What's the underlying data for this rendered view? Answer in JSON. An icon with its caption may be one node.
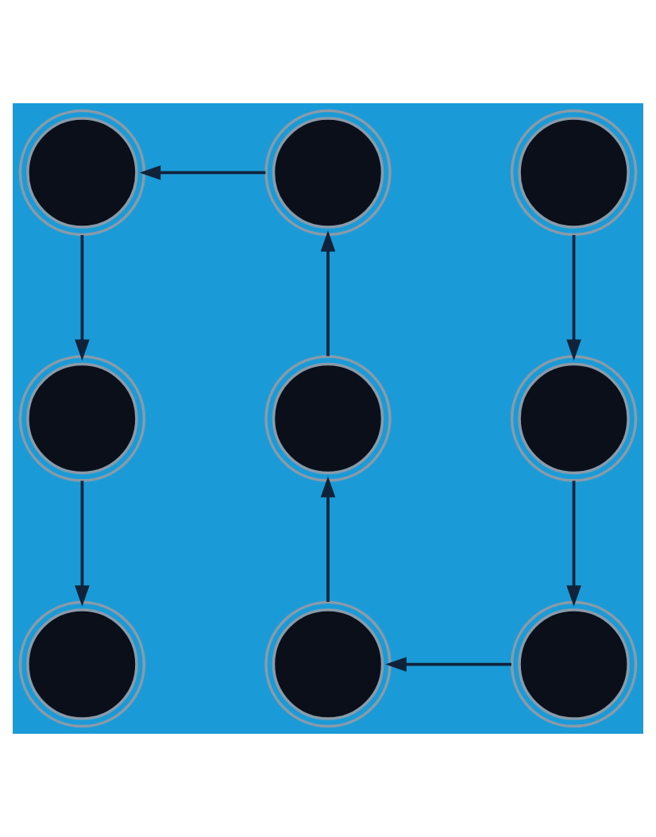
{
  "diagram": {
    "nodes": [
      {
        "text": [],
        "shape": "circle"
      },
      {
        "text": [],
        "shape": "circle"
      },
      {
        "text": [],
        "shape": "circle"
      },
      {
        "text": [],
        "shape": "circle"
      },
      {
        "text": [],
        "shape": "circle"
      },
      {
        "text": [],
        "shape": "circle"
      },
      {
        "text": [],
        "shape": "circle"
      },
      {
        "text": [],
        "shape": "circle"
      },
      {
        "text": [],
        "shape": "circle"
      }
    ],
    "edges": [
      {
        "from": 2,
        "to": 5,
        "arrow": "to"
      },
      {
        "from": 5,
        "to": 8,
        "arrow": "to"
      },
      {
        "from": 8,
        "to": 7,
        "arrow": "to"
      },
      {
        "from": 7,
        "to": 4,
        "arrow": "to"
      },
      {
        "from": 4,
        "to": 1,
        "arrow": "to"
      },
      {
        "from": 1,
        "to": 0,
        "arrow": "to"
      },
      {
        "from": 0,
        "to": 3,
        "arrow": "to"
      },
      {
        "from": 3,
        "to": 6,
        "arrow": "to"
      }
    ]
  }
}
